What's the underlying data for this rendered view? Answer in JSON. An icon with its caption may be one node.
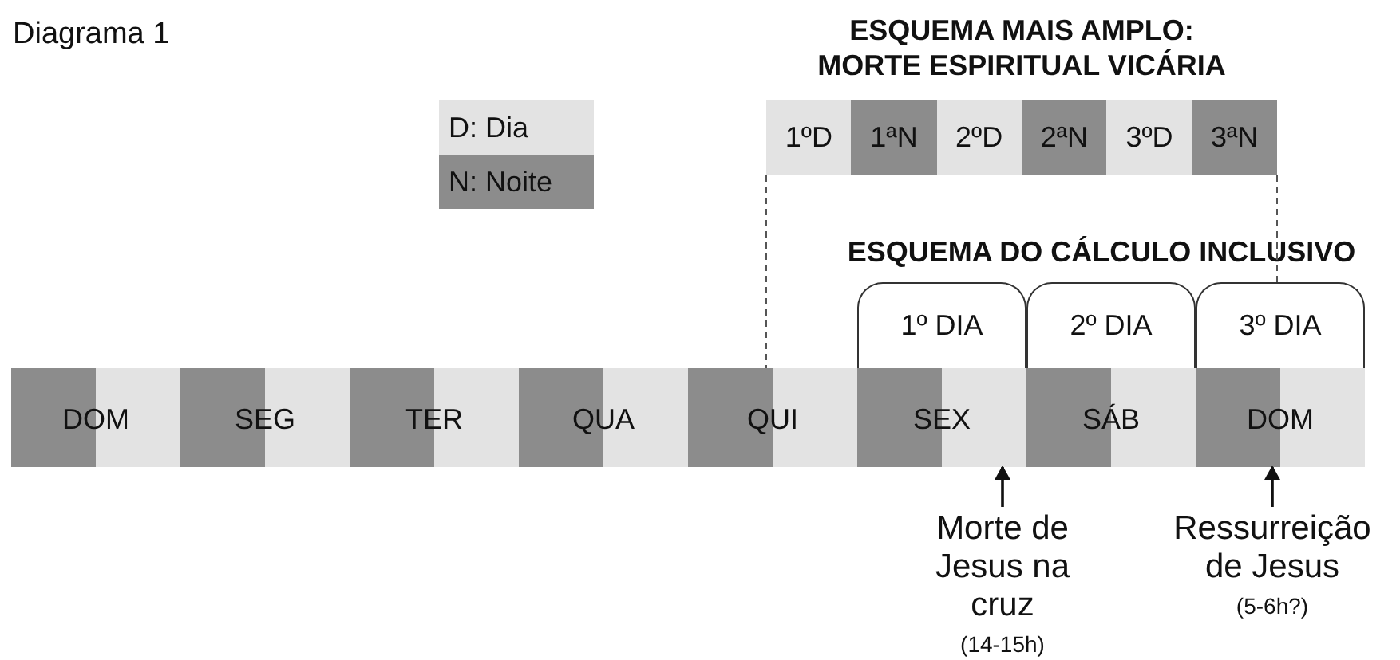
{
  "diagram": {
    "title": "Diagrama 1",
    "nodes": [
      {
        "text": [
          "1ºD"
        ]
      },
      {
        "text": [
          "1ªN"
        ]
      },
      {
        "text": [
          "2ºD"
        ]
      },
      {
        "text": [
          "2ªN"
        ]
      },
      {
        "text": [
          "3ºD"
        ]
      },
      {
        "text": [
          "3ªN"
        ]
      },
      {
        "text": [
          "1º DIA"
        ]
      },
      {
        "text": [
          "2º DIA"
        ]
      },
      {
        "text": [
          "3º DIA"
        ]
      },
      {
        "text": [
          "DOM"
        ]
      },
      {
        "text": [
          "SEG"
        ]
      },
      {
        "text": [
          "TER"
        ]
      },
      {
        "text": [
          "QUA"
        ]
      },
      {
        "text": [
          "QUI"
        ]
      },
      {
        "text": [
          "SEX"
        ]
      },
      {
        "text": [
          "SÁB"
        ]
      },
      {
        "text": [
          "DOM"
        ]
      },
      {
        "text": [
          "Morte de Jesus na cruz",
          "(14-15h)"
        ]
      },
      {
        "text": [
          "Ressurreição de Jesus",
          "(5-6h?)"
        ]
      }
    ],
    "edges": [
      {
        "from": 17,
        "to": 14,
        "arrow": "to"
      },
      {
        "from": 18,
        "to": 16,
        "arrow": "to"
      },
      {
        "from": 0,
        "to": 13,
        "arrow": "none",
        "style": "dashed",
        "color": "#555555"
      },
      {
        "from": 5,
        "to": 8,
        "arrow": "none",
        "style": "dashed",
        "color": "#555555"
      }
    ],
    "labels": [
      "ESQUEMA MAIS AMPLO: MORTE ESPIRITUAL VICÁRIA",
      "ESQUEMA DO CÁLCULO INCLUSIVO"
    ],
    "legend": [
      {
        "text": "D: Dia",
        "color": "#e3e3e3"
      },
      {
        "text": "N: Noite",
        "color": "#8c8c8c"
      }
    ]
  }
}
